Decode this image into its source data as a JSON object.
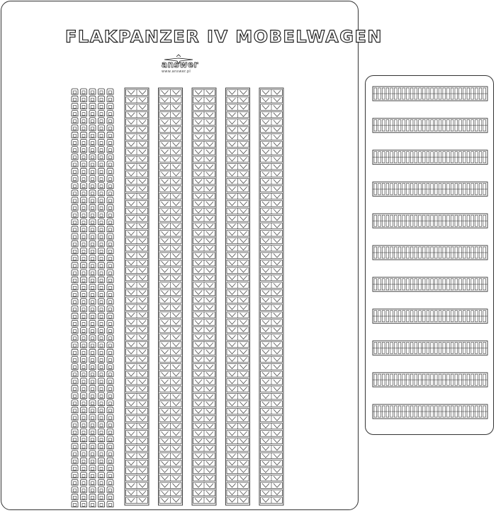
{
  "sheet": {
    "title": "FLAKPANZER IV MOBELWAGEN",
    "brand": "answer",
    "brand_url": "www.answer.pl"
  },
  "colors": {
    "outline": "#333333",
    "background": "#ffffff"
  },
  "icons": [
    "airplane-logo-icon"
  ],
  "parts": {
    "small_link_columns": 5,
    "small_link_rows": 58,
    "track_strip_columns": 5,
    "track_strip_rows": 56,
    "side_strip_count": 11,
    "side_strip_segments": 28
  }
}
